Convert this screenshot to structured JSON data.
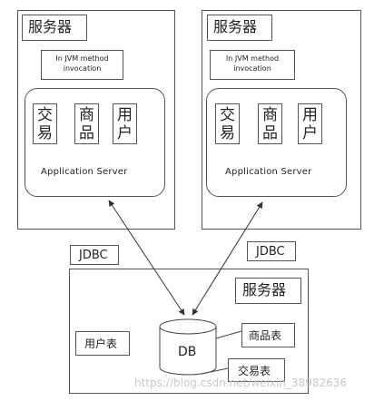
{
  "left_server": {
    "title": "服务器",
    "note": "In JVM method invocation",
    "modules": [
      {
        "c1": "交",
        "c2": "易"
      },
      {
        "c1": "商",
        "c2": "品"
      },
      {
        "c1": "用",
        "c2": "户"
      }
    ],
    "app_label": "Application Server"
  },
  "right_server": {
    "title": "服务器",
    "note": "In JVM method invocation",
    "modules": [
      {
        "c1": "交",
        "c2": "易"
      },
      {
        "c1": "商",
        "c2": "品"
      },
      {
        "c1": "用",
        "c2": "户"
      }
    ],
    "app_label": "Application Server"
  },
  "jdbc_left": "JDBC",
  "jdbc_right": "JDBC",
  "db_server": {
    "title": "服务器",
    "db_label": "DB",
    "tables": {
      "users": "用户表",
      "products": "商品表",
      "trades": "交易表"
    }
  },
  "watermark": "https://blog.csdn.net/weixin_38982636"
}
